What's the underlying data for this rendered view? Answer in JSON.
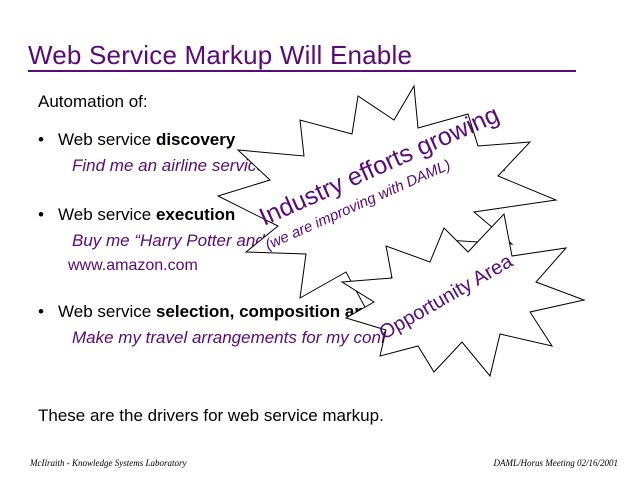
{
  "slide": {
    "title": "Web Service Markup Will Enable",
    "intro": "Automation of:",
    "bullet_symbol": "•",
    "bullets": [
      {
        "prefix": "Web service ",
        "bold": "discovery",
        "example": "Find me an airline service that will take me to Tuktoyuktuk"
      },
      {
        "prefix": "Web service ",
        "bold": "execution",
        "example": "Buy me “Harry Potter and the Sorcerer’s Stone” at",
        "url": "www.amazon.com"
      },
      {
        "prefix": "Web service ",
        "bold": "selection, composition and interoperation",
        "example": "Make my travel arrangements for my conference trip"
      }
    ],
    "closing": "These are the drivers for web service markup.",
    "footer_left": "McIlraith - Knowledge Systems Laboratory",
    "footer_right": "DAML/Horus Meeting 02/16/2001"
  },
  "callouts": {
    "industry": {
      "line1": "Industry efforts growing",
      "line2": "(we are improving with DAML)"
    },
    "opportunity": {
      "line1": "Opportunity Area"
    }
  },
  "colors": {
    "accent": "#5a0b7a",
    "text": "#000000",
    "background": "#ffffff"
  }
}
